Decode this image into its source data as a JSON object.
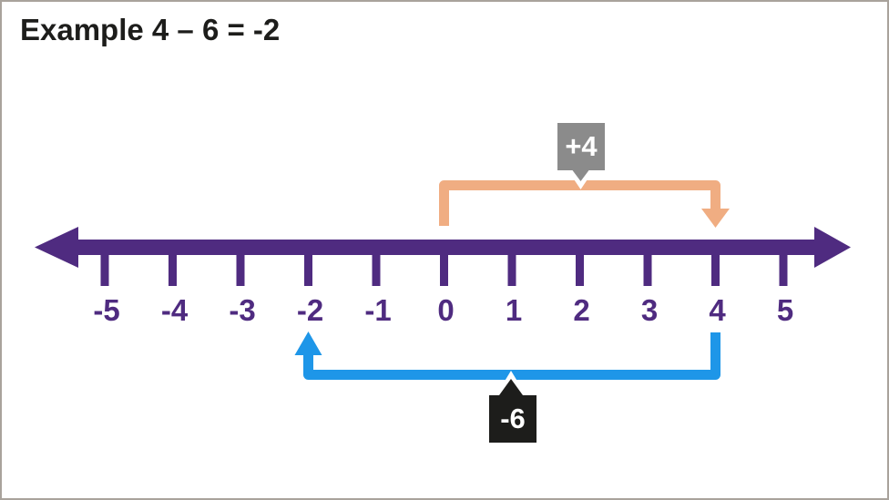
{
  "frame": {
    "background": "#ffffff",
    "border_color": "#a9a39c"
  },
  "title": "Example 4 – 6 = -2",
  "number_line": {
    "color": "#4f2b80",
    "min": -5,
    "max": 5,
    "labels": [
      "-5",
      "-4",
      "-3",
      "-2",
      "-1",
      "0",
      "1",
      "2",
      "3",
      "4",
      "5"
    ]
  },
  "jumps": {
    "plus_four": {
      "label": "+4",
      "from": "0",
      "to": "4",
      "arc_color": "#f0ad82",
      "bubble_color": "#8b8b8b",
      "text_color": "#ffffff"
    },
    "minus_six": {
      "label": "-6",
      "from": "4",
      "to": "-2",
      "arc_color": "#1e96e8",
      "bubble_color": "#1d1d1b",
      "text_color": "#ffffff"
    }
  }
}
